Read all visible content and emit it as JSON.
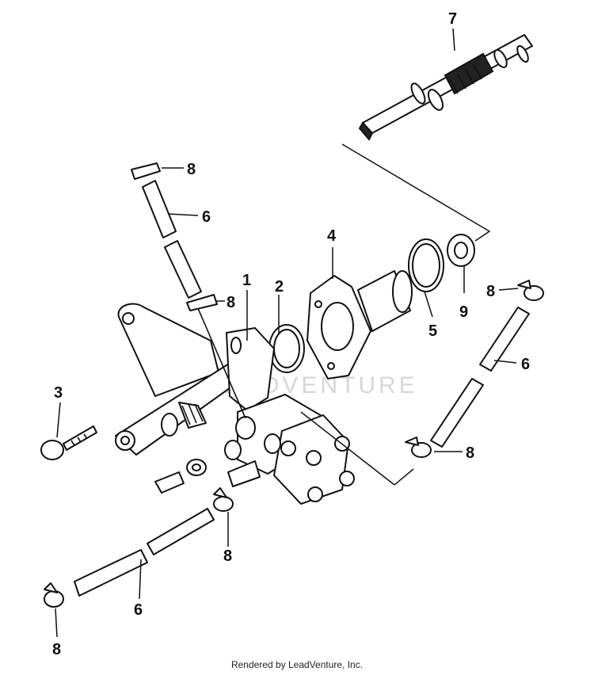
{
  "callouts": {
    "c1": "1",
    "c2": "2",
    "c3": "3",
    "c4": "4",
    "c5": "5",
    "c6a": "6",
    "c6b": "6",
    "c6c": "6",
    "c7": "7",
    "c8a": "8",
    "c8b": "8",
    "c8c": "8",
    "c8d": "8",
    "c8e": "8",
    "c8f": "8",
    "c9": "9"
  },
  "watermark": "LEADVENTURE",
  "footer": "Rendered by LeadVenture, Inc."
}
